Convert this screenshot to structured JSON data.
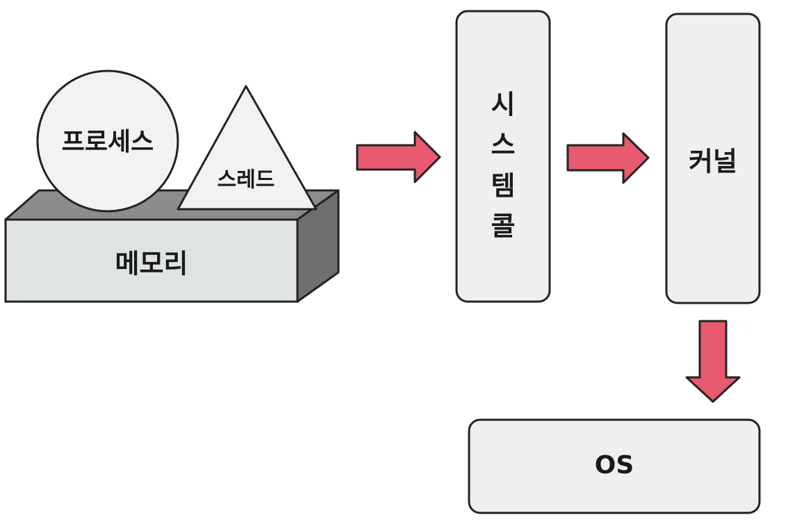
{
  "labels": {
    "process": "프로세스",
    "thread": "스레드",
    "memory": "메모리",
    "syscall_chars": [
      "시",
      "스",
      "템",
      "콜"
    ],
    "kernel": "커널",
    "os": "OS"
  },
  "colors": {
    "outline": "#222222",
    "box_fill": "#efefef",
    "shape_fill": "#f2f2f2",
    "memory_front": "#dfe3e4",
    "memory_top": "#8c8c8c",
    "memory_side": "#6f6f6f",
    "arrow_fill": "#e85a6e"
  },
  "icons": {
    "arrow": "arrow-right-icon",
    "arrow_down": "arrow-down-icon"
  }
}
